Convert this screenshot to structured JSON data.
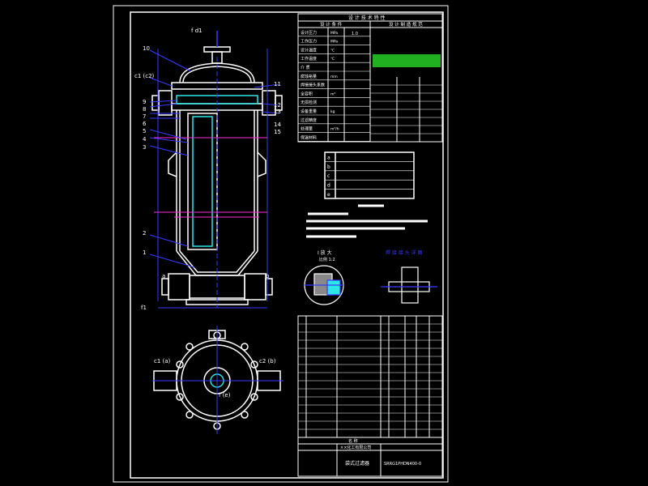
{
  "tech_table": {
    "title": "设 计 技 术 特 性",
    "col_headers": [
      "设 计 条 件",
      "设 计 制 造 规 范"
    ],
    "rows": [
      {
        "label": "设计压力",
        "unit": "MPa"
      },
      {
        "label": "工作压力",
        "unit": "MPa"
      },
      {
        "label": "设计温度",
        "unit": "℃"
      },
      {
        "label": "工作温度",
        "unit": "℃"
      },
      {
        "label": "介 质"
      },
      {
        "label": "腐蚀裕量",
        "unit": "mm"
      },
      {
        "label": "焊接接头系数"
      },
      {
        "label": "全容积",
        "unit": "m³"
      },
      {
        "label": "无损检测"
      },
      {
        "label": "设备重量",
        "unit": "kg"
      },
      {
        "label": "过滤精度"
      },
      {
        "label": "处理量",
        "unit": "m³/h"
      },
      {
        "label": "保温材料"
      }
    ],
    "highlight_value": "1.0"
  },
  "nozzle_table": {
    "rows": [
      "a",
      "b",
      "c",
      "d",
      "e"
    ]
  },
  "labels": {
    "section_detail": "I 放 大",
    "scale_detail": "比例 1:2",
    "weld_detail": "焊 接 接 头 详 图"
  },
  "leaders_left": [
    "10",
    "c1 (c2)",
    "9",
    "8",
    "7",
    "6",
    "5",
    "4",
    "3",
    "2",
    "1",
    "a",
    "f1"
  ],
  "leaders_right": [
    "11",
    "12",
    "13",
    "14",
    "15",
    "b"
  ],
  "top_label": "f d1",
  "plan_labels": {
    "c1": "c1 (a)",
    "c2": "c2 (b)",
    "center": "f (e)"
  },
  "title_block": {
    "part_name": "袋式过滤器",
    "drawing_no": "SRRG1PHDN400-0",
    "project": "××化工有限公司",
    "header": "名 称"
  },
  "colors": {
    "line": "#ffffff",
    "blue": "#3a3aff",
    "magenta": "#ff2bd6",
    "cyan": "#2ee6e6",
    "green": "#20b020",
    "red": "#e02020",
    "yellow": "#e6e600"
  }
}
